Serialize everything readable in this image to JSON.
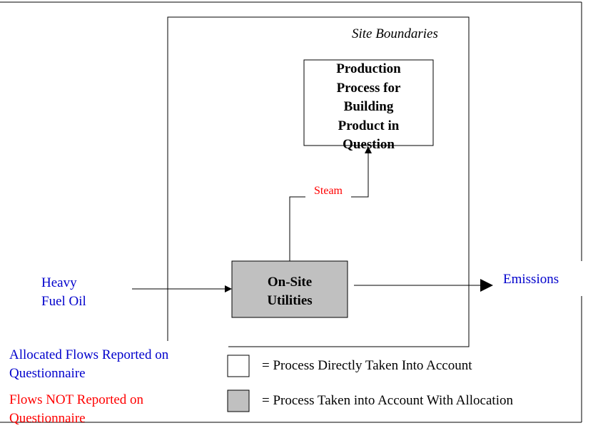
{
  "diagram": {
    "site_boundary_label": "Site Boundaries",
    "production_box": {
      "label": "Production\nProcess for\nBuilding\nProduct in\nQuestion",
      "fill": "#ffffff"
    },
    "utilities_box": {
      "label": "On-Site\nUtilities",
      "fill": "#c0c0c0"
    },
    "flows": {
      "steam": "Steam",
      "heavy_fuel_oil": "Heavy\nFuel Oil",
      "emissions": "Emissions"
    },
    "legend": {
      "allocated_flows": "Allocated Flows Reported on\nQuestionnaire",
      "not_reported_flows": "Flows NOT Reported on\nQuestionnaire",
      "direct_process": "= Process Directly Taken Into Account",
      "allocation_process": "= Process Taken into Account With Allocation"
    },
    "colors": {
      "reported_flow_text": "#0000cc",
      "unreported_flow_text": "#ff0000",
      "allocation_fill": "#c0c0c0",
      "line": "#000000"
    }
  }
}
